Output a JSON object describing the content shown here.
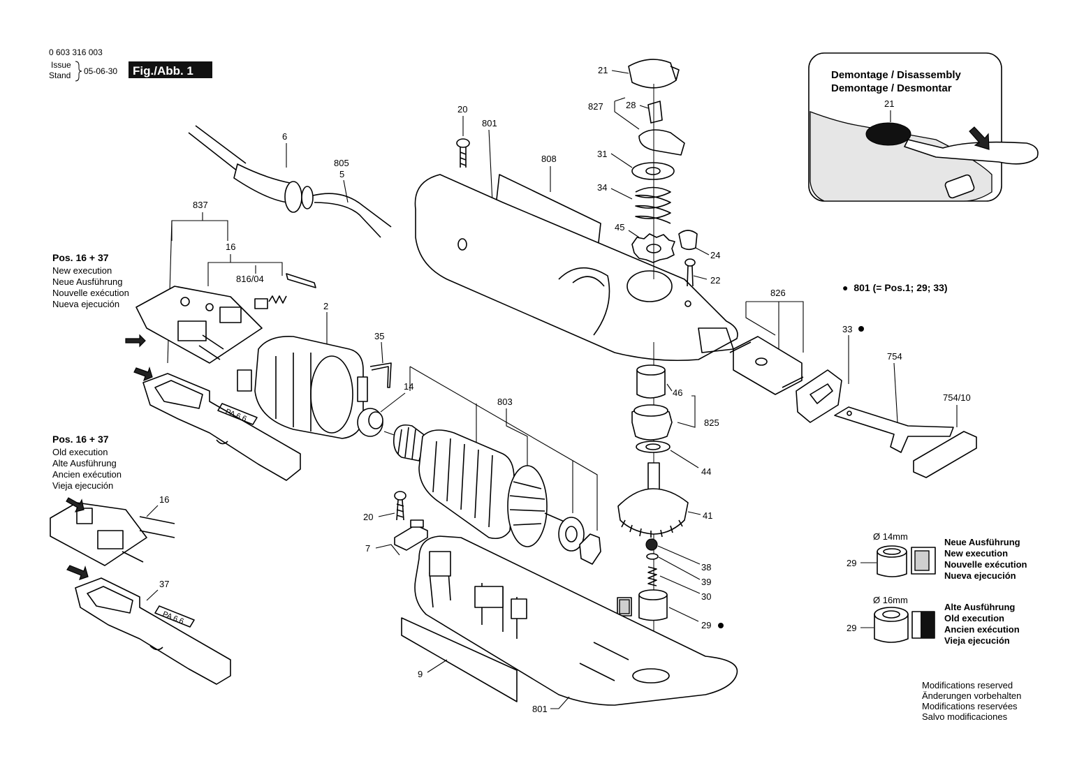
{
  "header": {
    "part_number": "0 603 316 003",
    "issue_label_1": "Issue",
    "issue_label_2": "Stand",
    "issue_date": "05-06-30",
    "figure_label": "Fig./Abb. 1"
  },
  "callouts": {
    "c21": "21",
    "c827": "827",
    "c28": "28",
    "c31": "31",
    "c34": "34",
    "c45": "45",
    "c24": "24",
    "c22": "22",
    "c20a": "20",
    "c801a": "801",
    "c808": "808",
    "c6": "6",
    "c805": "805",
    "c5": "5",
    "c837": "837",
    "c16a": "16",
    "c816_04": "816/04",
    "c2": "2",
    "c35": "35",
    "c14": "14",
    "c803": "803",
    "c826": "826",
    "c33": "33",
    "c754": "754",
    "c754_10": "754/10",
    "c46": "46",
    "c825": "825",
    "c44": "44",
    "c41": "41",
    "c38": "38",
    "c39": "39",
    "c30": "30",
    "c29a": "29",
    "c20b": "20",
    "c7": "7",
    "c9": "9",
    "c801b": "801",
    "c16b": "16",
    "c37": "37",
    "c29b": "29",
    "c29c": "29"
  },
  "new_execution": {
    "title": "Pos. 16 + 37",
    "lines": [
      "New execution",
      "Neue Ausführung",
      "Nouvelle exécution",
      "Nueva ejecución"
    ]
  },
  "old_execution": {
    "title": "Pos. 16 + 37",
    "lines": [
      "Old execution",
      "Alte Ausführung",
      "Ancien exécution",
      "Vieja ejecución"
    ]
  },
  "disassembly": {
    "line1": "Demontage / Disassembly",
    "line2": "Demontage / Desmontar",
    "callout": "21"
  },
  "housing_note": "801 (= Pos.1; 29; 33)",
  "bearing_new": {
    "diameter": "Ø 14mm",
    "lines": [
      "Neue Ausführung",
      "New execution",
      "Nouvelle exécution",
      "Nueva ejecución"
    ]
  },
  "bearing_old": {
    "diameter": "Ø 16mm",
    "lines": [
      "Alte Ausführung",
      "Old execution",
      "Ancien exécution",
      "Vieja ejecución"
    ]
  },
  "modifications": [
    "Modifications reserved",
    "Änderungen vorbehalten",
    "Modifications reservées",
    "Salvo modificaciones"
  ],
  "labels": {
    "pa_top": "PA 6.6",
    "pa_bottom": "PA 6.6"
  },
  "colors": {
    "ink": "#000000",
    "paper": "#ffffff",
    "figure_label_bg": "#111111"
  }
}
